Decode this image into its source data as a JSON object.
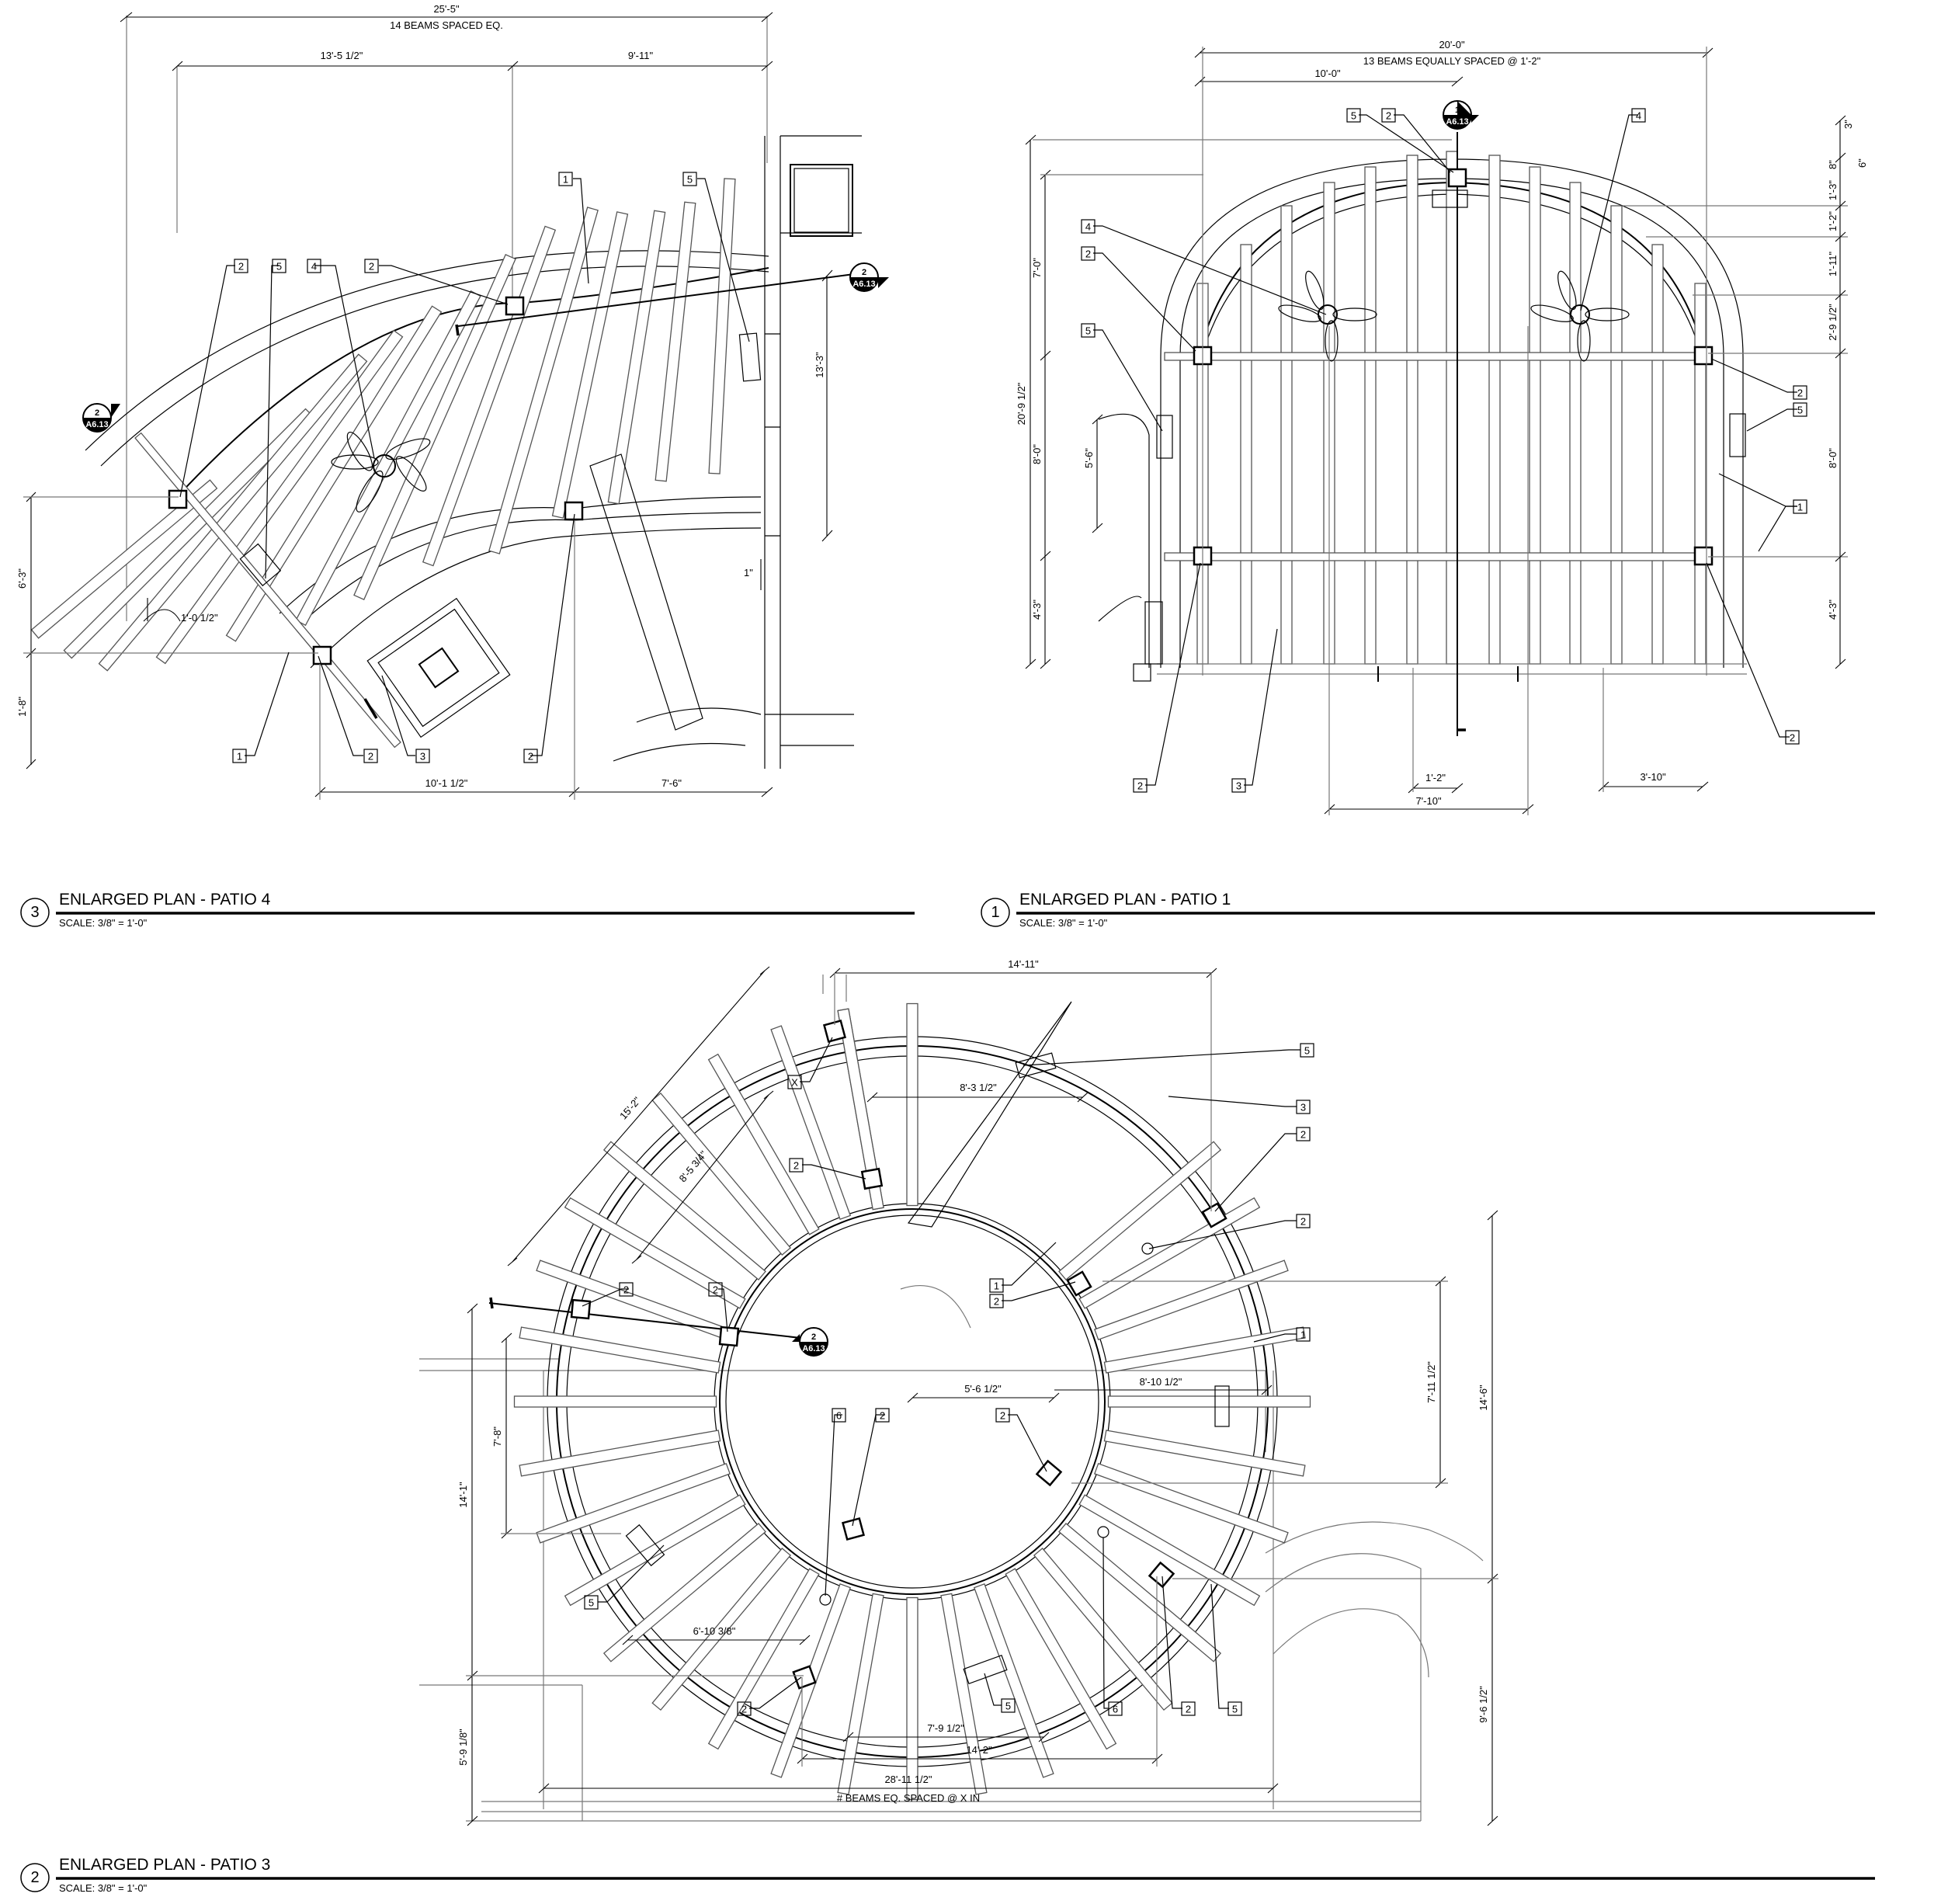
{
  "patio4": {
    "title": "ENLARGED PLAN - PATIO 4",
    "scale": "SCALE: 3/8\" = 1'-0\"",
    "number": "3",
    "dims": {
      "overall": "25'-5\"",
      "beams_note": "14 BEAMS SPACED EQ.",
      "d1": "13'-5 1/2\"",
      "d2": "9'-11\"",
      "d3": "13'-3\"",
      "d4": "6'-3\"",
      "d5": "1'-8\"",
      "d6": "1'-0 1/2\"",
      "d7": "10'-1 1/2\"",
      "d8": "7'-6\"",
      "d9": "1\""
    },
    "section_top": {
      "num": "2",
      "sheet": "A6.13"
    },
    "section_left": {
      "num": "2",
      "sheet": "A6.13"
    },
    "tags": {
      "t1": "2",
      "t2": "5",
      "t3": "4",
      "t4": "2",
      "t5": "1",
      "t6": "5",
      "t7": "1",
      "t8": "2",
      "t9": "3",
      "t10": "2"
    }
  },
  "patio1": {
    "title": "ENLARGED PLAN - PATIO 1",
    "scale": "SCALE: 3/8\" = 1'-0\"",
    "number": "1",
    "dims": {
      "overall": "20'-0\"",
      "beams_note": "13 BEAMS EQUALLY SPACED @ 1'-2\"",
      "d1": "10'-0\"",
      "left_total": "20'-9 1/2\"",
      "l1": "7'-0\"",
      "l2": "8'-0\"",
      "l3": "5'-6\"",
      "l4": "4'-3\"",
      "r1": "3\"",
      "r2": "6\"",
      "r3": "8\"",
      "r4": "1'-3\"",
      "r5": "1'-2\"",
      "r6": "1'-11\"",
      "r7": "2'-9 1/2\"",
      "r8": "8'-0\"",
      "r9": "4'-3\"",
      "b1": "1'-2\"",
      "b2": "7'-10\"",
      "b3": "3'-10\""
    },
    "section": {
      "num": "1",
      "sheet": "A6.13"
    },
    "tags": {
      "t1": "5",
      "t2": "2",
      "t3": "4",
      "t4": "4",
      "t5": "2",
      "t6": "5",
      "t7": "2",
      "t8": "5",
      "t9": "1",
      "t10": "2",
      "t11": "2",
      "t12": "3"
    }
  },
  "patio3": {
    "title": "ENLARGED PLAN - PATIO 3",
    "scale": "SCALE: 3/8\" = 1'-0\"",
    "number": "2",
    "dims": {
      "top": "14'-11\"",
      "diag1": "15'-2\"",
      "diag2": "8'-5 3/4\"",
      "inner_top": "8'-3 1/2\"",
      "center": "5'-6 1/2\"",
      "right_inner": "8'-10 1/2\"",
      "right_v1": "7'-11 1/2\"",
      "right_v2": "14'-6\"",
      "right_v3": "9'-6 1/2\"",
      "left_v1": "7'-8\"",
      "left_v2": "14'-1\"",
      "left_v3": "5'-9 1/8\"",
      "bot1": "6'-10 3/8\"",
      "bot2": "7'-9 1/2\"",
      "bot3": "14'-2\"",
      "bot4": "28'-11 1/2\"",
      "beams_note": "# BEAMS EQ. SPACED @   X IN"
    },
    "section": {
      "num": "2",
      "sheet": "A6.13"
    },
    "tags": {
      "t1": "5",
      "t2": "X",
      "t3": "3",
      "t4": "2",
      "t5": "2",
      "t6": "2",
      "t7": "2",
      "t8": "2",
      "t9": "1",
      "t10": "2",
      "t11": "1",
      "t12": "6",
      "t13": "2",
      "t14": "2",
      "t15": "5",
      "t16": "2",
      "t17": "5",
      "t18": "6",
      "t19": "2",
      "t20": "5"
    }
  }
}
